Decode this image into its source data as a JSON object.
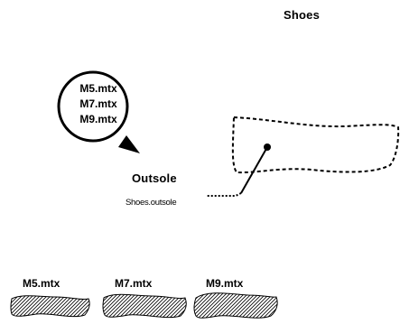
{
  "diagram": {
    "title": "Shoes",
    "callout": {
      "files": [
        "M5.mtx",
        "M7.mtx",
        "M9.mtx"
      ]
    },
    "part": {
      "name": "Outsole",
      "path": "Shoes.outsole"
    },
    "samples": [
      {
        "label": "M5.mtx"
      },
      {
        "label": "M7.mtx"
      },
      {
        "label": "M9.mtx"
      }
    ],
    "colors": {
      "ink": "#000000",
      "background": "#ffffff"
    }
  }
}
